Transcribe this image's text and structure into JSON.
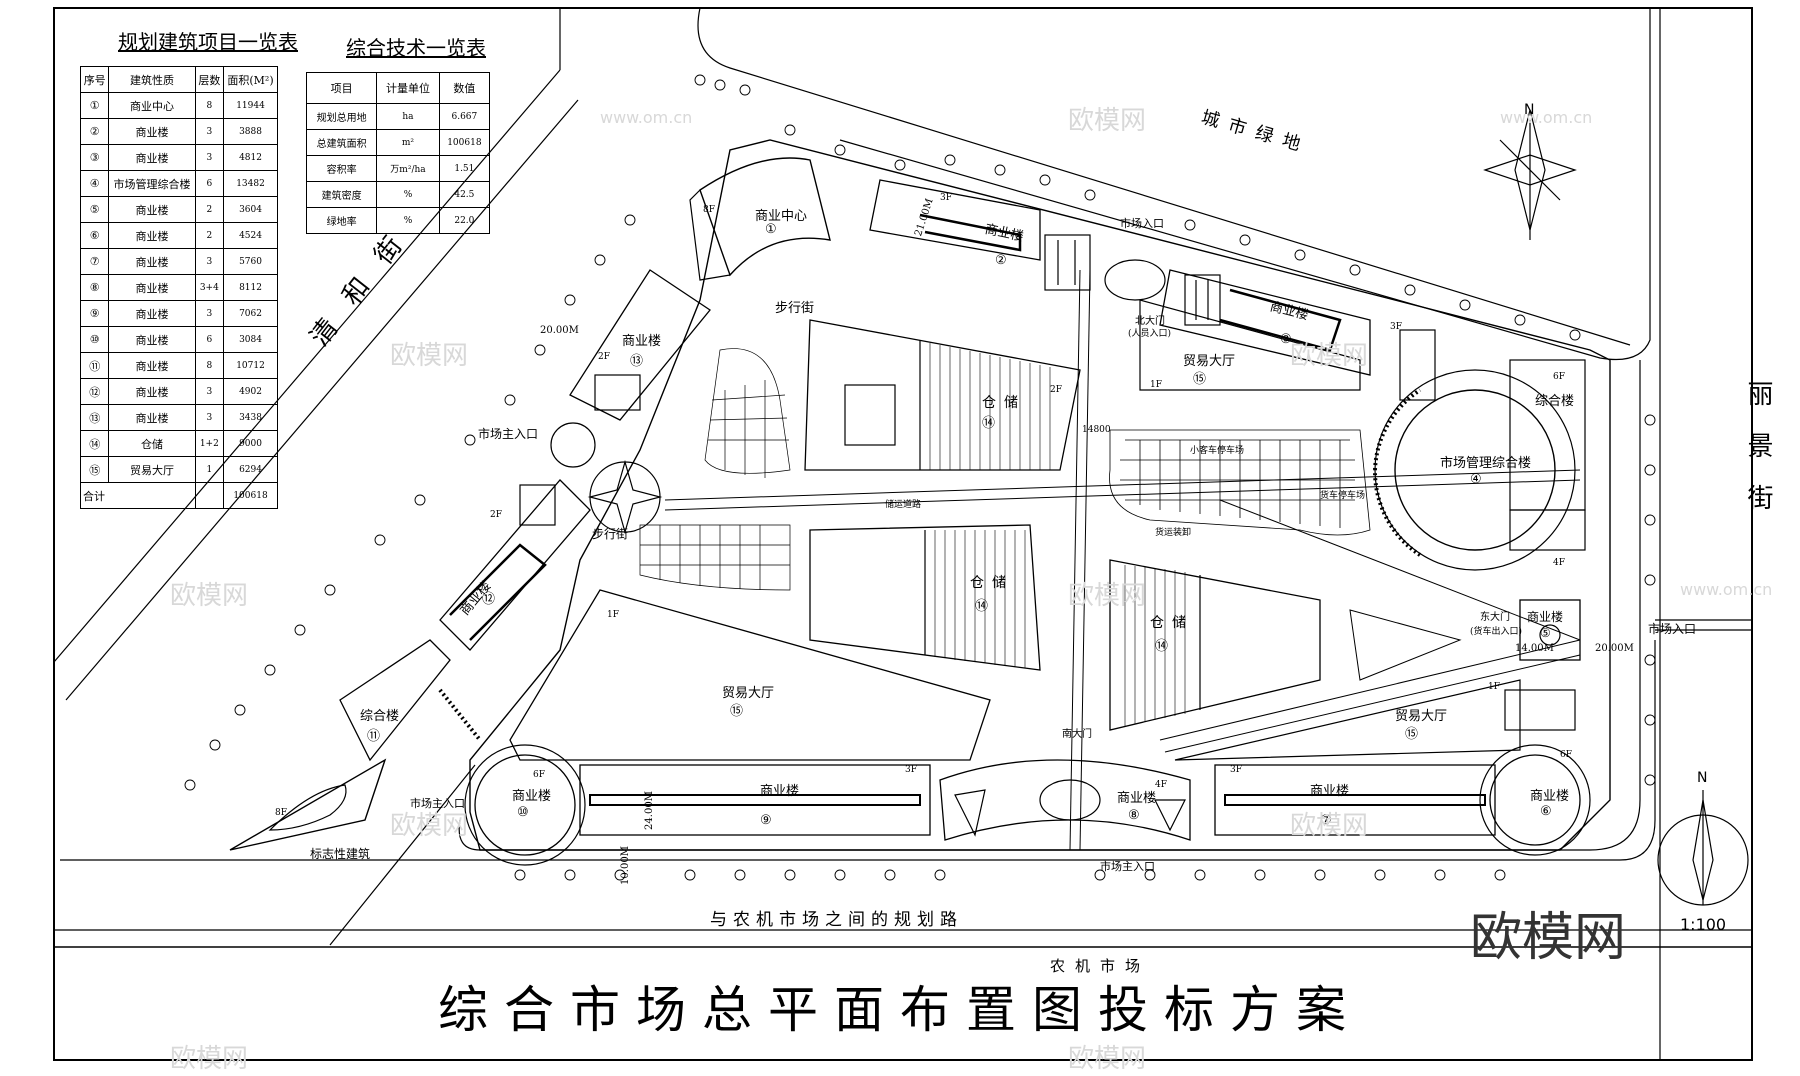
{
  "title": "综合市场总平面布置图投标方案",
  "buildings_table": {
    "title": "规划建筑项目一览表",
    "headers": [
      "序号",
      "建筑性质",
      "层数",
      "面积(M²)"
    ],
    "rows": [
      [
        "①",
        "商业中心",
        "8",
        "11944"
      ],
      [
        "②",
        "商业楼",
        "3",
        "3888"
      ],
      [
        "③",
        "商业楼",
        "3",
        "4812"
      ],
      [
        "④",
        "市场管理综合楼",
        "6",
        "13482"
      ],
      [
        "⑤",
        "商业楼",
        "2",
        "3604"
      ],
      [
        "⑥",
        "商业楼",
        "2",
        "4524"
      ],
      [
        "⑦",
        "商业楼",
        "3",
        "5760"
      ],
      [
        "⑧",
        "商业楼",
        "3+4",
        "8112"
      ],
      [
        "⑨",
        "商业楼",
        "3",
        "7062"
      ],
      [
        "⑩",
        "商业楼",
        "6",
        "3084"
      ],
      [
        "⑪",
        "商业楼",
        "8",
        "10712"
      ],
      [
        "⑫",
        "商业楼",
        "3",
        "4902"
      ],
      [
        "⑬",
        "商业楼",
        "3",
        "3438"
      ],
      [
        "⑭",
        "仓储",
        "1+2",
        "9000"
      ],
      [
        "⑮",
        "贸易大厅",
        "1",
        "6294"
      ]
    ],
    "total_label": "合计",
    "total_value": "100618"
  },
  "tech_table": {
    "title": "综合技术一览表",
    "headers": [
      "项目",
      "计量单位",
      "数值"
    ],
    "rows": [
      [
        "规划总用地",
        "ha",
        "6.667"
      ],
      [
        "总建筑面积",
        "m²",
        "100618"
      ],
      [
        "容积率",
        "万m²/ha",
        "1.51"
      ],
      [
        "建筑密度",
        "%",
        "42.5"
      ],
      [
        "绿地率",
        "%",
        "22.0"
      ]
    ]
  },
  "roads": {
    "west": "清和街",
    "east": "丽景街",
    "south": "与农机市场之间的规划路",
    "bottom": "农机市场",
    "north": "城市绿地"
  },
  "labels": {
    "commercial_center": "商业中心",
    "commercial": "商业楼",
    "storage": "仓储",
    "trade_hall": "贸易大厅",
    "mgmt": "市场管理综合楼",
    "complex": "综合楼",
    "landmark": "标志性建筑",
    "pedestrian": "步行街",
    "market_entrance": "市场入口",
    "market_main_entrance": "市场主入口",
    "north_gate": "北大门",
    "gate_note": "(人员入口)",
    "south_gate": "南大门",
    "east_gate": "东大门",
    "east_gate_note": "(货车出入口)",
    "car_parking": "小客车停车场",
    "freight_parking": "货车停车场",
    "warehouse_road": "储运道路",
    "loading": "货运装卸",
    "floor_1f": "1F",
    "floor_2f": "2F",
    "floor_3f": "3F",
    "floor_4f": "4F",
    "floor_6f": "6F",
    "floor_8f": "8F",
    "dim_20": "20.00M",
    "dim_21": "21.00M",
    "dim_14": "14.00M",
    "dim_24": "24.00M",
    "dim_10": "10.00M",
    "dim_14800": "14800",
    "north_letter": "N",
    "scale": "1:100",
    "corner_logo": "欧模网",
    "watermark_site": "www.om.cn",
    "watermark_logo": "欧模网"
  },
  "numbers": [
    "①",
    "②",
    "③",
    "④",
    "⑤",
    "⑥",
    "⑦",
    "⑧",
    "⑨",
    "⑩",
    "⑪",
    "⑫",
    "⑬",
    "⑭",
    "⑮"
  ],
  "colors": {
    "ink": "#000000",
    "watermark": "#d8d8d8"
  }
}
